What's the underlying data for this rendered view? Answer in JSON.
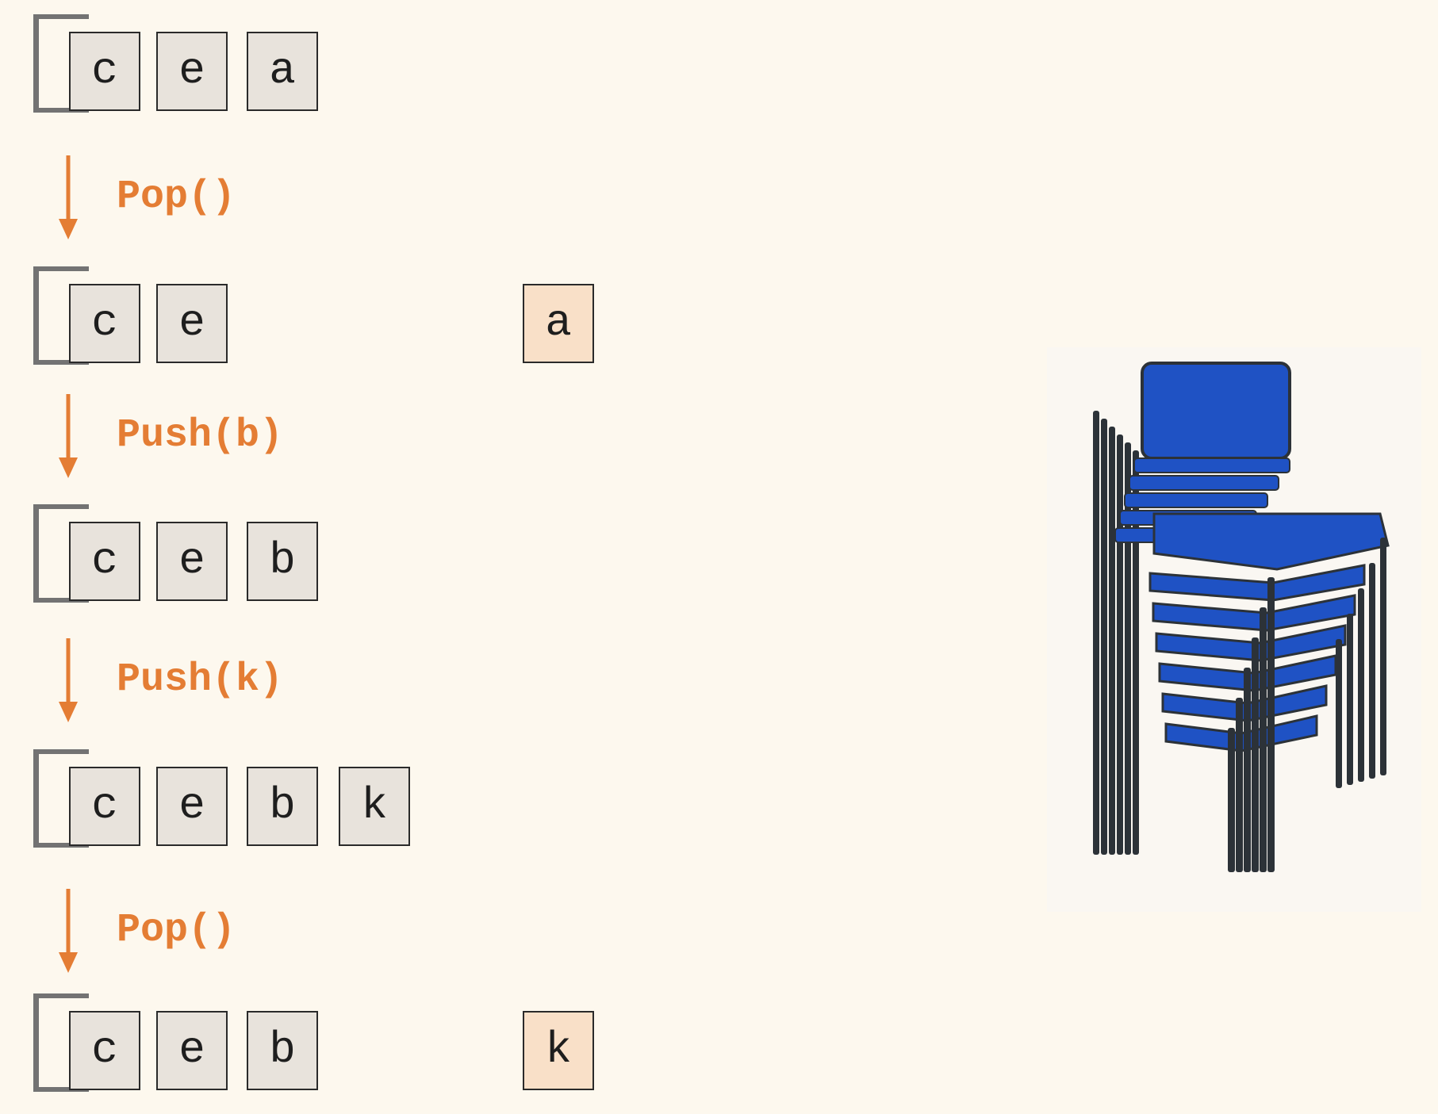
{
  "colors": {
    "background": "#fdf8ee",
    "cell_fill": "#e8e3dc",
    "popped_cell_fill": "#f9e0c8",
    "operation_color": "#e47d34",
    "bracket_color": "#737373",
    "chair_fabric": "#1f52c4",
    "chair_frame": "#2c3238"
  },
  "stages": [
    {
      "stack": [
        "c",
        "e",
        "a"
      ],
      "popped": ""
    },
    {
      "stack": [
        "c",
        "e"
      ],
      "popped": "a"
    },
    {
      "stack": [
        "c",
        "e",
        "b"
      ],
      "popped": ""
    },
    {
      "stack": [
        "c",
        "e",
        "b",
        "k"
      ],
      "popped": ""
    },
    {
      "stack": [
        "c",
        "e",
        "b"
      ],
      "popped": "k"
    }
  ],
  "operations": [
    "Pop()",
    "Push(b)",
    "Push(k)",
    "Pop()"
  ],
  "illustration": {
    "icon": "stacked-chairs-photo"
  }
}
